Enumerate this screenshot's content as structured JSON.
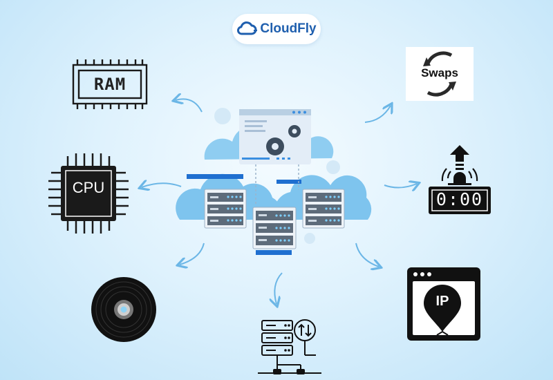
{
  "brand": {
    "name": "CloudFly",
    "icon": "cloud-icon",
    "color": "#1f5fae"
  },
  "resources": {
    "ram_label": "RAM",
    "cpu_label": "CPU",
    "swaps_label": "Swaps",
    "timer_display": "0:00",
    "ip_label": "IP"
  },
  "icons": [
    "ram-chip-icon",
    "cpu-chip-icon",
    "disk-icon",
    "server-network-icon",
    "ip-address-icon",
    "timer-icon",
    "swaps-icon",
    "cloud-server-icon"
  ],
  "colors": {
    "accent": "#1f5fae",
    "cloud": "#7ec4ee",
    "arrow": "#6bb6e6",
    "server": "#e9eef5",
    "server_light": "#3a8ee0"
  }
}
